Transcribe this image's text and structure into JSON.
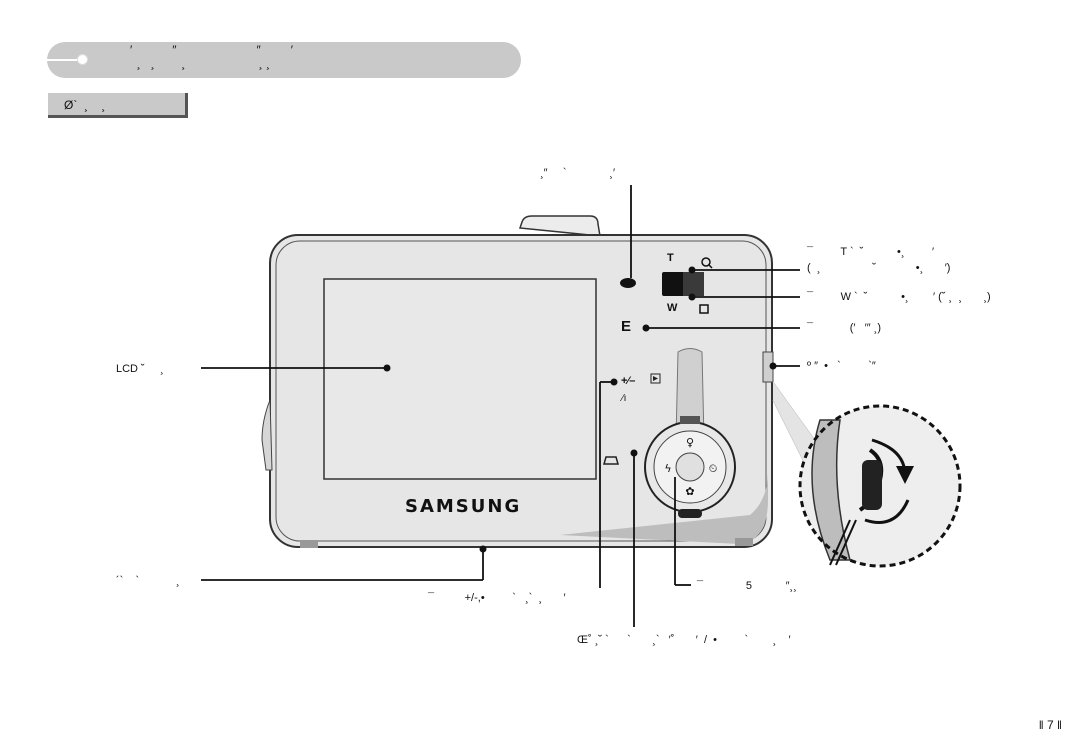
{
  "banner": {
    "title_line1": "   ′            ″                        ″         ′",
    "title_line2": "     ¸   ¸        ¸                      ¸ ¸"
  },
  "section": {
    "label": "Ø`  ¸    ¸"
  },
  "camera": {
    "brand": "SAMSUNG"
  },
  "callouts": {
    "top": "¸″     `              ¸′",
    "lcd": "LCD ˘     ¸",
    "tripod": "´`    `            ¸",
    "exposure": "¯          +/-,•         `   ¸`  ¸       ′",
    "bottom": "Œ˚ ¸˘ `      `       ¸`   ′˚       ′  /  •         `        ¸    ′",
    "zoom_t_1": "¯         T `  ˘           •¸         ′",
    "zoom_t_2": "(  ¸                 ˘             •¸       ′)",
    "zoom_w": "¯         W `  ˘           •¸        ′ (˘ ¸  ¸       ¸)",
    "e_button": "¯            (′   ′″ ¸)",
    "strap": "º ″  •   `         `″",
    "fivefunc": "¯              5           ″¸¸"
  },
  "buttons": {
    "t": "T",
    "w": "W",
    "e": "E",
    "plusminus": "+⁄–",
    "del": "⁄ı"
  },
  "page": {
    "number": "‖ 7 ‖"
  }
}
